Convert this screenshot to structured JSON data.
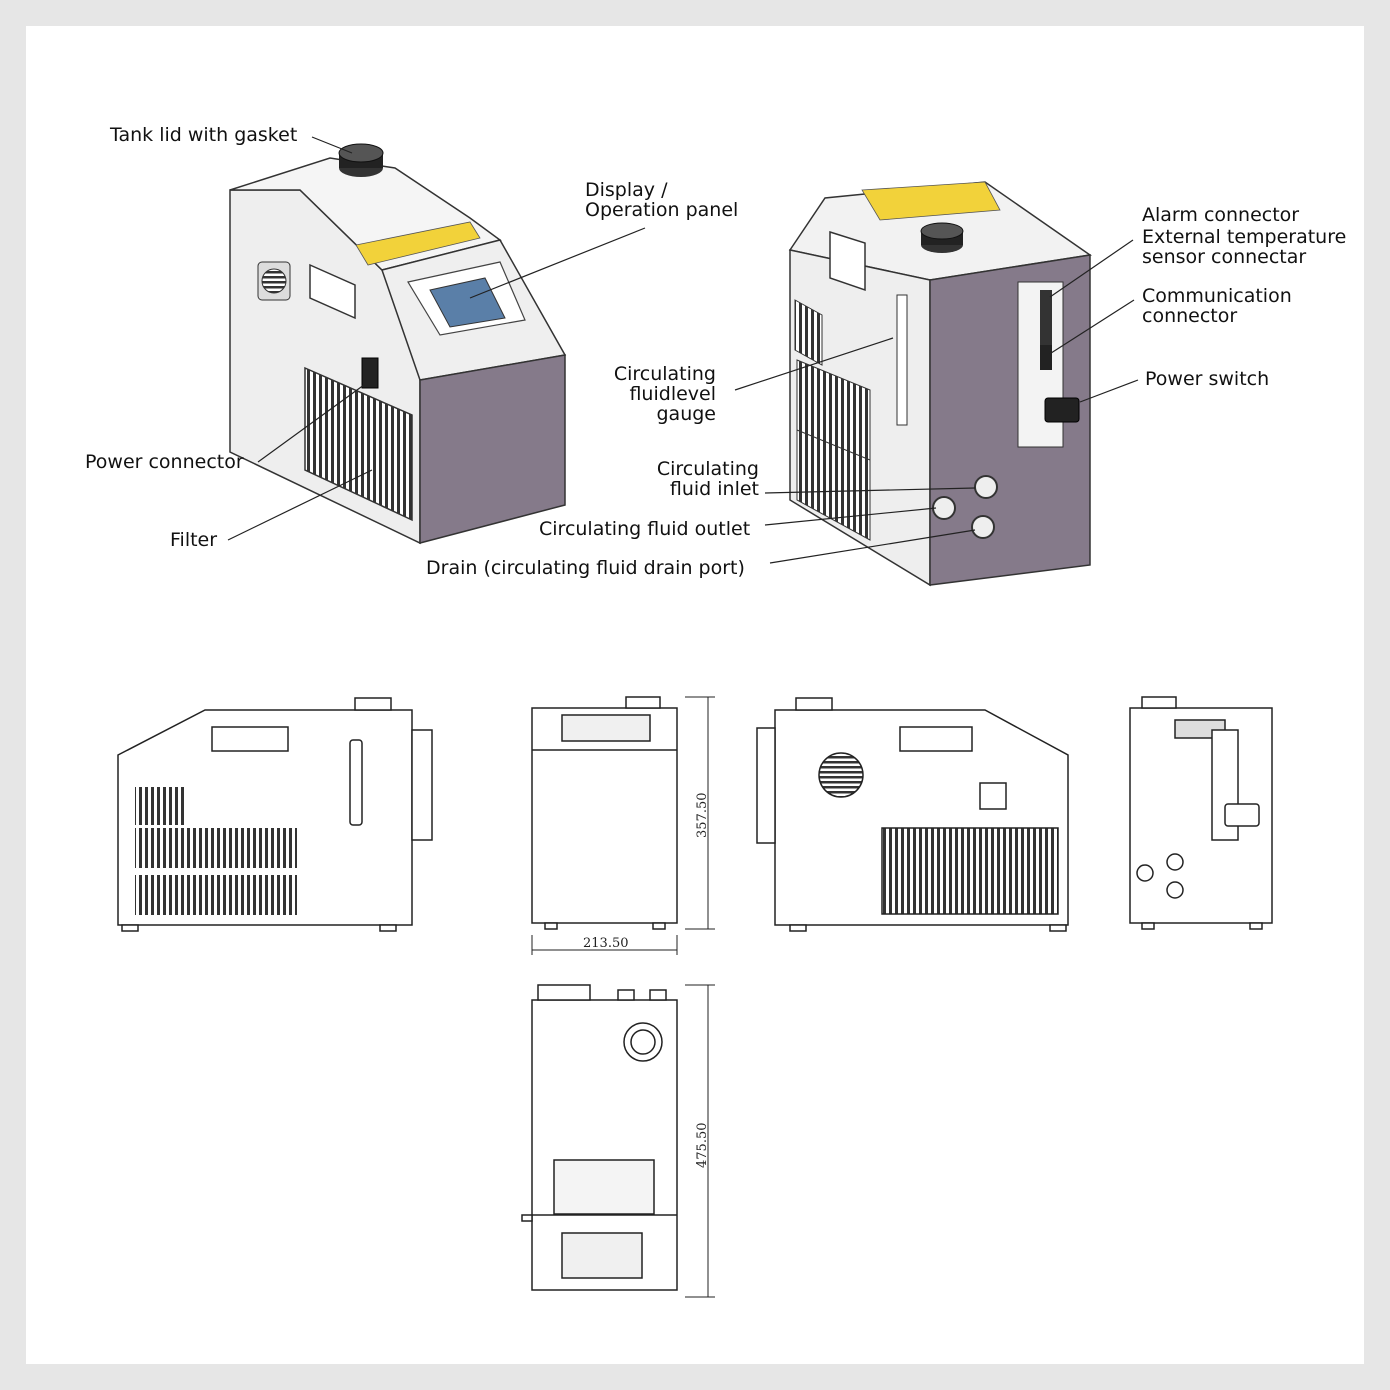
{
  "labels": {
    "tank_lid": "Tank lid with gasket",
    "display_line1": "Display /",
    "display_line2": "Operation panel",
    "power_connector": "Power connector",
    "filter": "Filter",
    "alarm_line1": "Alarm connector",
    "alarm_line2": "External temperature",
    "alarm_line3": "sensor connectar",
    "comm_line1": "Communication",
    "comm_line2": "connector",
    "power_switch": "Power switch",
    "gauge_line1": "Circulating",
    "gauge_line2": "fluidlevel",
    "gauge_line3": "gauge",
    "inlet_line1": "Circulating",
    "inlet_line2": "fluid inlet",
    "outlet": "Circulating fluid outlet",
    "drain": "Drain (circulating fluid drain port)"
  },
  "dimensions": {
    "front_height": "357.50",
    "front_width": "213.50",
    "top_depth": "475.50"
  },
  "colors": {
    "background": "#e6e6e6",
    "sheet": "#ffffff",
    "panel_side": "#857a8a",
    "panel_light": "#efefef",
    "warning_label": "#f2d23a",
    "outline": "#222222"
  }
}
